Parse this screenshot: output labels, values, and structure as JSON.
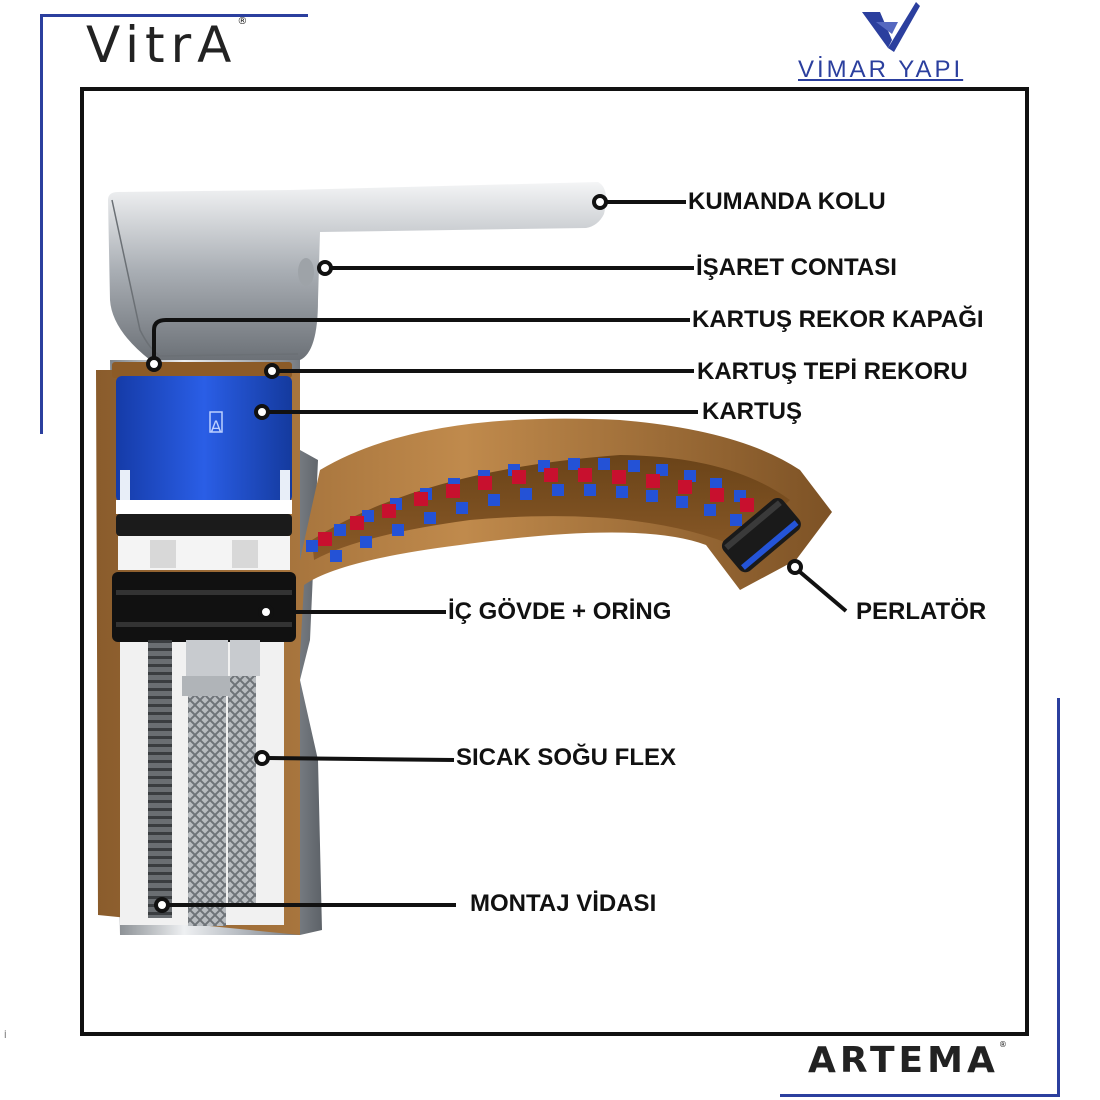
{
  "brands": {
    "vitra": "VitrA",
    "vitra_mark": "®",
    "vimar": "VİMAR YAPI",
    "artema": "ARTEMA",
    "artema_mark": "®"
  },
  "labels": {
    "kumanda_kolu": "KUMANDA KOLU",
    "isaret_contasi": "İŞARET CONTASI",
    "kartus_rekor_kapagi": "KARTUŞ REKOR KAPAĞI",
    "kartus_tepi_rekoru": "KARTUŞ TEPİ REKORU",
    "kartus": "KARTUŞ",
    "ic_govde_oring": "İÇ GÖVDE + ORİNG",
    "perlator": "PERLATÖR",
    "sicak_soguk_flex": "SICAK SOĞU FLEX",
    "montaj_vidasi": "MONTAJ VİDASI"
  },
  "colors": {
    "accent_blue": "#2b3f9e",
    "brass": "#a4733a",
    "cartridge_blue": "#1e4fd0",
    "hot_red": "#c8102e",
    "cold_blue": "#2452d6",
    "chrome": "#c9cdd2"
  },
  "tiny_mark": "İ"
}
